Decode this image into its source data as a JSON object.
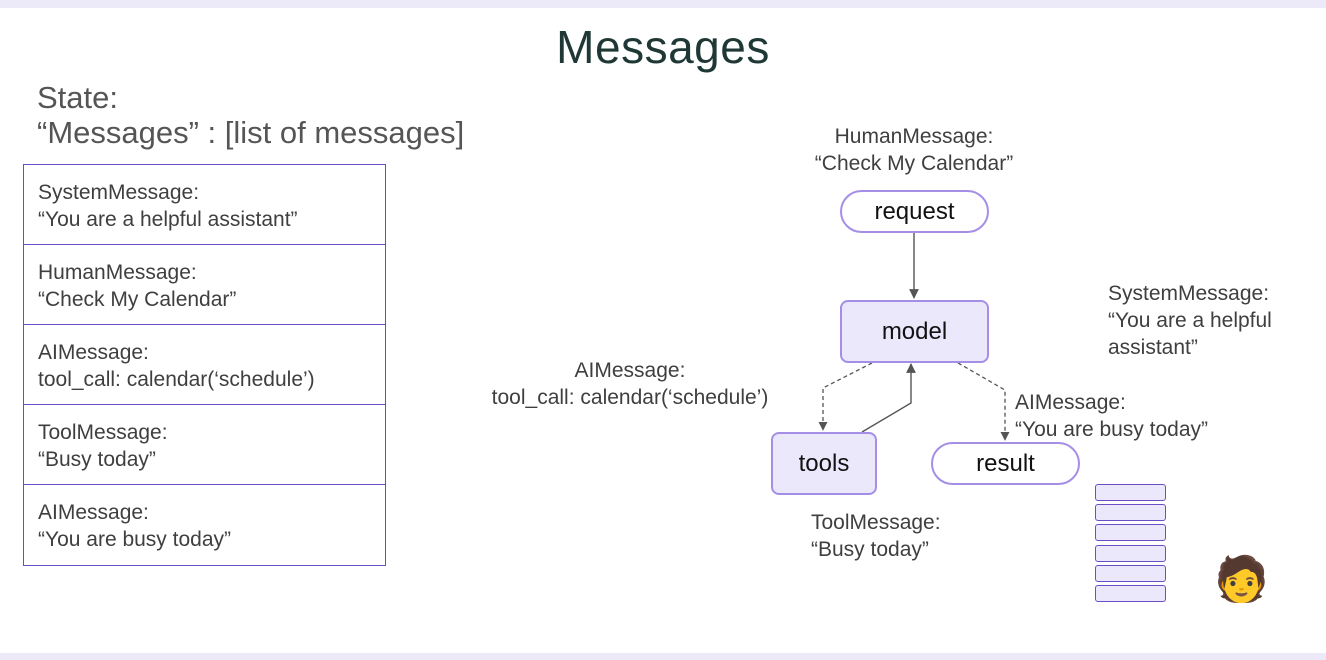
{
  "title": "Messages",
  "state": {
    "label": "State:",
    "messages_line": "“Messages” : [list of messages]"
  },
  "message_list": [
    {
      "type": "SystemMessage:",
      "content": "“You are a helpful assistant”"
    },
    {
      "type": "HumanMessage:",
      "content": "“Check My Calendar”"
    },
    {
      "type": "AIMessage:",
      "content": "tool_call: calendar(‘schedule’)"
    },
    {
      "type": "ToolMessage:",
      "content": "“Busy today”"
    },
    {
      "type": "AIMessage:",
      "content": "“You are busy today”"
    }
  ],
  "diagram": {
    "nodes": {
      "request": "request",
      "model": "model",
      "tools": "tools",
      "result": "result"
    },
    "labels": {
      "human": {
        "type": "HumanMessage:",
        "content": "“Check My Calendar”"
      },
      "system": {
        "type": "SystemMessage:",
        "line1": "“You are a helpful",
        "line2": "assistant”"
      },
      "ai_tool_call": {
        "type": "AIMessage:",
        "content": "tool_call: calendar(‘schedule’)"
      },
      "ai_result": {
        "type": "AIMessage:",
        "content": "“You are busy today”"
      },
      "tool": {
        "type": "ToolMessage:",
        "content": "“Busy today”"
      }
    }
  },
  "stack_rows": 6,
  "avatar_emoji": "🧑",
  "colors": {
    "accent": "#6a4fc4",
    "node_border": "#a58ee6",
    "node_fill": "#ece8fc",
    "title": "#1f3836",
    "band": "#eceaf8"
  }
}
